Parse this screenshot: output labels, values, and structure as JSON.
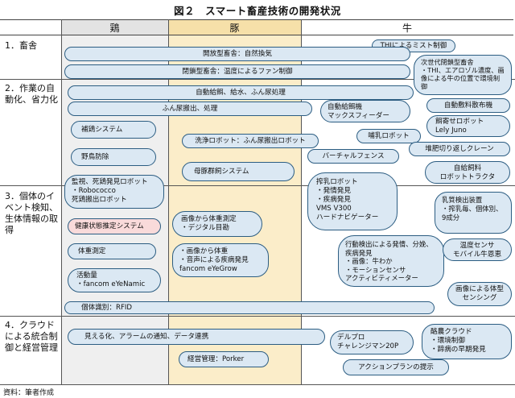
{
  "title": "図２　スマート畜産技術の開発状況",
  "source": "資料：筆者作成",
  "headers": {
    "chicken": "鶏",
    "pig": "豚",
    "cattle": "牛"
  },
  "categories": {
    "c1": "1．畜舎",
    "c2": "2．作業の自動化、省力化",
    "c3": "3．個体のイベント検知、生体情報の取得",
    "c4": "4．クラウドによる統合制御と経営管理"
  },
  "items": {
    "thi_mist": "THIによるミスト制御",
    "open_barn": "開放型畜舎：自然換気",
    "closed_barn": "閉鎖型畜舎：温度によるファン制御",
    "next_gen": "次世代閉鎖型畜舎\n・THI、エアロゾル濃度、画像による牛の位置で環境制御",
    "auto_feed_water": "自動給餌、給水、ふん尿処理",
    "manure_out": "ふん尿搬出、処理",
    "auto_feeder": "自動給餌機\nマックスフィーダー",
    "auto_spreader": "自動敷料散布機",
    "feed_robot": "餌寄せロボット\nLely Juno",
    "calf_robot": "哺乳ロボット",
    "compost_crane": "堆肥切り返しクレーン",
    "self_feed_tractor": "自給飼料\nロボットトラクタ",
    "chick_system": "補鶏システム",
    "wild_bird": "野鳥防除",
    "wash_robot": "洗浄ロボット：ふん尿搬出ロボット",
    "virtual_fence": "バーチャルフェンス",
    "sow_system": "母豚群飼システム",
    "monitor_robot": "監視、死鶏発見ロボット\n・Robococco\n死鶏搬出ロボット",
    "milking_robot": "搾乳ロボット\n・発情発見\n・疾病発見\nVMS V300\nハードナビゲーター",
    "milk_sensor": "乳質検出装置\n・搾乳毎、個体別、9成分",
    "health_estimation": "健康状態推定システム",
    "weight_from_image": "画像から体重測定\n・デジタル目勘",
    "weight_measure": "体重測定",
    "weight_voice": "・画像から体重\n・音声による疾病発見\nfancom eYeGrow",
    "behavior_analysis": "行動検出による発情、分娩、疾病発見\n・画像：牛わか\n・モーションセンサ\nアクティビティメーター",
    "temp_sensor": "温度センサ\nモバイル牛恩恵",
    "activity": "活動量\n・fancom eYeNamic",
    "image_sensing": "画像による体型センシング",
    "rfid": "個体識別：RFID",
    "visualization": "見える化、アラームの通知、データ連携",
    "dairy_cloud": "酪農クラウド\n・環境制御\n・蹄病の早期発見",
    "delpro": "デルプロ\nチャレンジマン20P",
    "porker": "経営管理：Porker",
    "action_plan": "アクションプランの提示"
  }
}
